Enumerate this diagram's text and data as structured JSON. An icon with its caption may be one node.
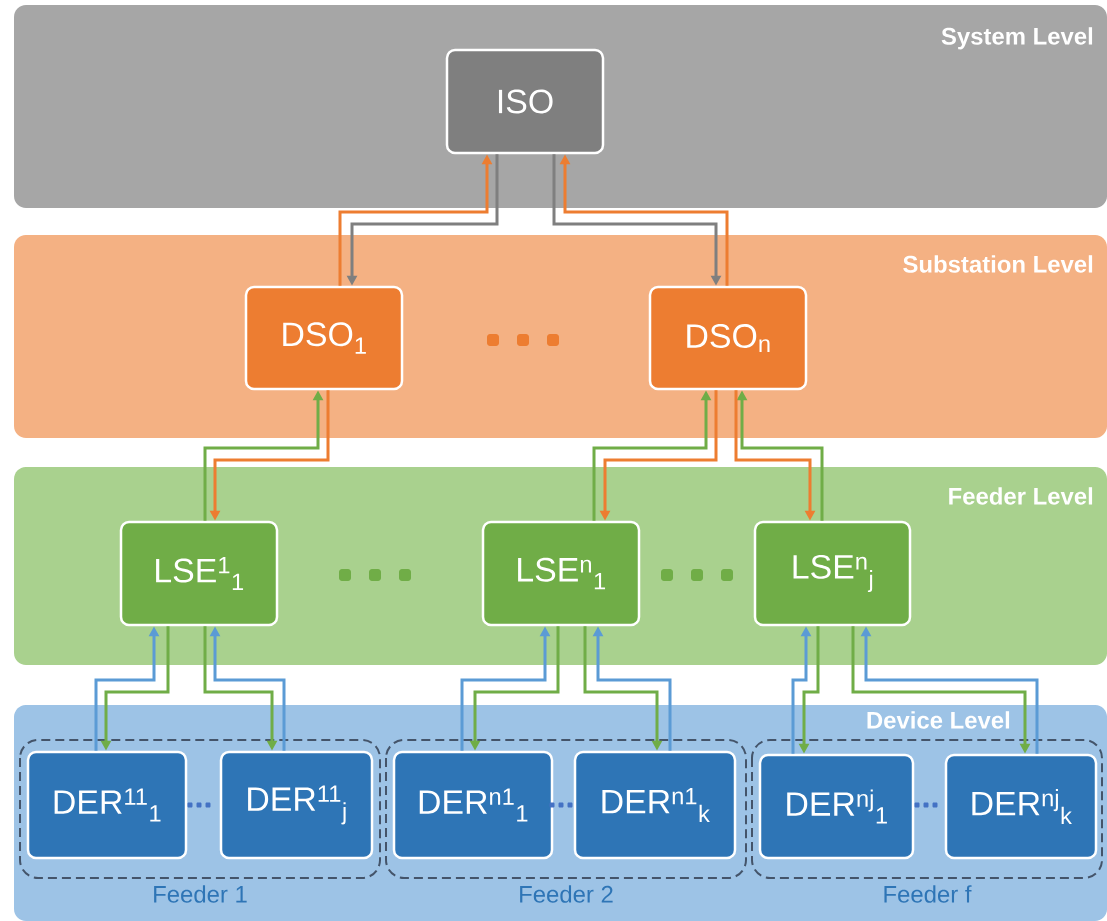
{
  "diagram": {
    "nodes": [
      {
        "text": [
          "System Level"
        ]
      },
      {
        "text": [
          "ISO"
        ],
        "in": 0
      },
      {
        "text": [
          "Substation Level"
        ]
      },
      {
        "text": [
          "DSO$_{1}$"
        ],
        "in": 2
      },
      {
        "text": [
          "DSO$_{n}$"
        ],
        "in": 2
      },
      {
        "text": [
          "Feeder Level"
        ]
      },
      {
        "text": [
          "LSE$^{1}$$_{1}$"
        ],
        "in": 5
      },
      {
        "text": [
          "LSE$^{n}$$_{1}$"
        ],
        "in": 5
      },
      {
        "text": [
          "LSE$^{n}$$_{j}$"
        ],
        "in": 5
      },
      {
        "text": [
          "Device Level"
        ]
      },
      {
        "text": [
          "Feeder 1"
        ],
        "in": 9
      },
      {
        "text": [
          "DER$^{11}$$_{1}$"
        ],
        "in": 10
      },
      {
        "text": [
          "DER$^{11}$$_{j}$"
        ],
        "in": 10
      },
      {
        "text": [
          "Feeder 2"
        ],
        "in": 9
      },
      {
        "text": [
          "DER$^{n1}$$_{1}$"
        ],
        "in": 13
      },
      {
        "text": [
          "DER$^{n1}$$_{k}$"
        ],
        "in": 13
      },
      {
        "text": [
          "Feeder f"
        ],
        "in": 9
      },
      {
        "text": [
          "DER$^{nj}$$_{1}$"
        ],
        "in": 16
      },
      {
        "text": [
          "DER$^{nj}$$_{k}$"
        ],
        "in": 16
      }
    ],
    "edges": [
      {
        "from": 3,
        "to": 1,
        "arrow": "to",
        "color": "#ed7d31"
      },
      {
        "from": 1,
        "to": 3,
        "arrow": "to",
        "color": "#7f7f7f"
      },
      {
        "from": 4,
        "to": 1,
        "arrow": "to",
        "color": "#ed7d31"
      },
      {
        "from": 1,
        "to": 4,
        "arrow": "to",
        "color": "#7f7f7f"
      },
      {
        "from": 6,
        "to": 3,
        "arrow": "to",
        "color": "#70ad47"
      },
      {
        "from": 3,
        "to": 6,
        "arrow": "to",
        "color": "#ed7d31"
      },
      {
        "from": 7,
        "to": 4,
        "arrow": "to",
        "color": "#70ad47"
      },
      {
        "from": 4,
        "to": 7,
        "arrow": "to",
        "color": "#ed7d31"
      },
      {
        "from": 8,
        "to": 4,
        "arrow": "to",
        "color": "#70ad47"
      },
      {
        "from": 4,
        "to": 8,
        "arrow": "to",
        "color": "#ed7d31"
      },
      {
        "from": 11,
        "to": 6,
        "arrow": "to",
        "color": "#5b9bd5"
      },
      {
        "from": 6,
        "to": 11,
        "arrow": "to",
        "color": "#70ad47"
      },
      {
        "from": 6,
        "to": 12,
        "arrow": "to",
        "color": "#70ad47"
      },
      {
        "from": 12,
        "to": 6,
        "arrow": "to",
        "color": "#5b9bd5"
      },
      {
        "from": 14,
        "to": 7,
        "arrow": "to",
        "color": "#5b9bd5"
      },
      {
        "from": 7,
        "to": 14,
        "arrow": "to",
        "color": "#70ad47"
      },
      {
        "from": 7,
        "to": 15,
        "arrow": "to",
        "color": "#70ad47"
      },
      {
        "from": 15,
        "to": 7,
        "arrow": "to",
        "color": "#5b9bd5"
      },
      {
        "from": 17,
        "to": 8,
        "arrow": "to",
        "color": "#5b9bd5"
      },
      {
        "from": 8,
        "to": 17,
        "arrow": "to",
        "color": "#70ad47"
      },
      {
        "from": 8,
        "to": 18,
        "arrow": "to",
        "color": "#70ad47"
      },
      {
        "from": 18,
        "to": 8,
        "arrow": "to",
        "color": "#5b9bd5"
      }
    ]
  }
}
